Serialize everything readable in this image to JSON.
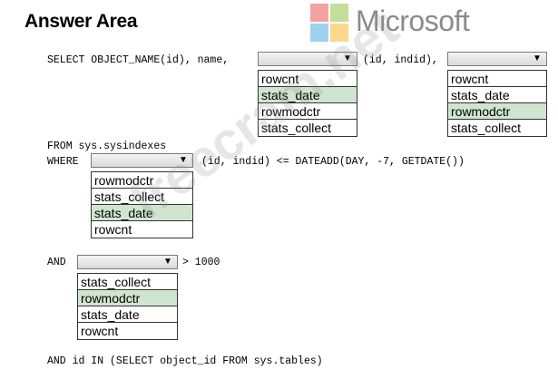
{
  "header": {
    "title": "Answer Area"
  },
  "logo": {
    "wordmark": "Microsoft",
    "colors": [
      "#f25022",
      "#7fba00",
      "#00a4ef",
      "#ffb900"
    ]
  },
  "code": {
    "line1_prefix": "SELECT OBJECT_NAME(id), name,",
    "line1_middle": "(id, indid),",
    "line2": "FROM sys.sysindexes",
    "line3_prefix": "WHERE",
    "line3_suffix": "(id, indid) <= DATEADD(DAY, -7, GETDATE())",
    "line4_prefix": "AND",
    "line4_suffix": "> 1000",
    "line5": "AND id IN (SELECT object_id FROM sys.tables)"
  },
  "dropdowns": [
    {
      "options": [
        "rowcnt",
        "stats_date",
        "rowmodctr",
        "stats_collect"
      ],
      "selected": "stats_date"
    },
    {
      "options": [
        "rowcnt",
        "stats_date",
        "rowmodctr",
        "stats_collect"
      ],
      "selected": "rowmodctr"
    },
    {
      "options": [
        "rowmodctr",
        "stats_collect",
        "stats_date",
        "rowcnt"
      ],
      "selected": "stats_date"
    },
    {
      "options": [
        "stats_collect",
        "rowmodctr",
        "stats_date",
        "rowcnt"
      ],
      "selected": "rowmodctr"
    }
  ],
  "icons": {
    "dropdown_arrow": "triangle-down-icon"
  },
  "watermark": "freecram.net",
  "colors": {
    "selected_bg": "#cfe5cf"
  }
}
